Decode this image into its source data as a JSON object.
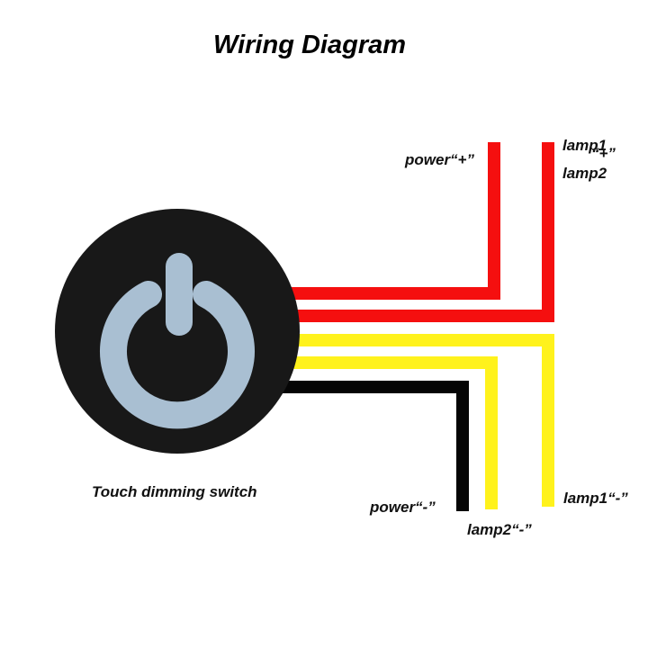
{
  "title": "Wiring Diagram",
  "switch": {
    "label": "Touch dimming switch",
    "icon": "power-icon",
    "body_color": "#181818",
    "icon_color": "#a9bfd2"
  },
  "terminals": {
    "power_plus": "power“+”",
    "lamp1": "lamp1",
    "lamp2": "lamp2",
    "plus": "“+”",
    "power_minus": "power“-”",
    "lamp2_minus": "lamp2“-”",
    "lamp1_minus": "lamp1“-”"
  },
  "wire_colors": {
    "red": "#f50f0f",
    "yellow": "#fff21c",
    "black": "#050505"
  }
}
